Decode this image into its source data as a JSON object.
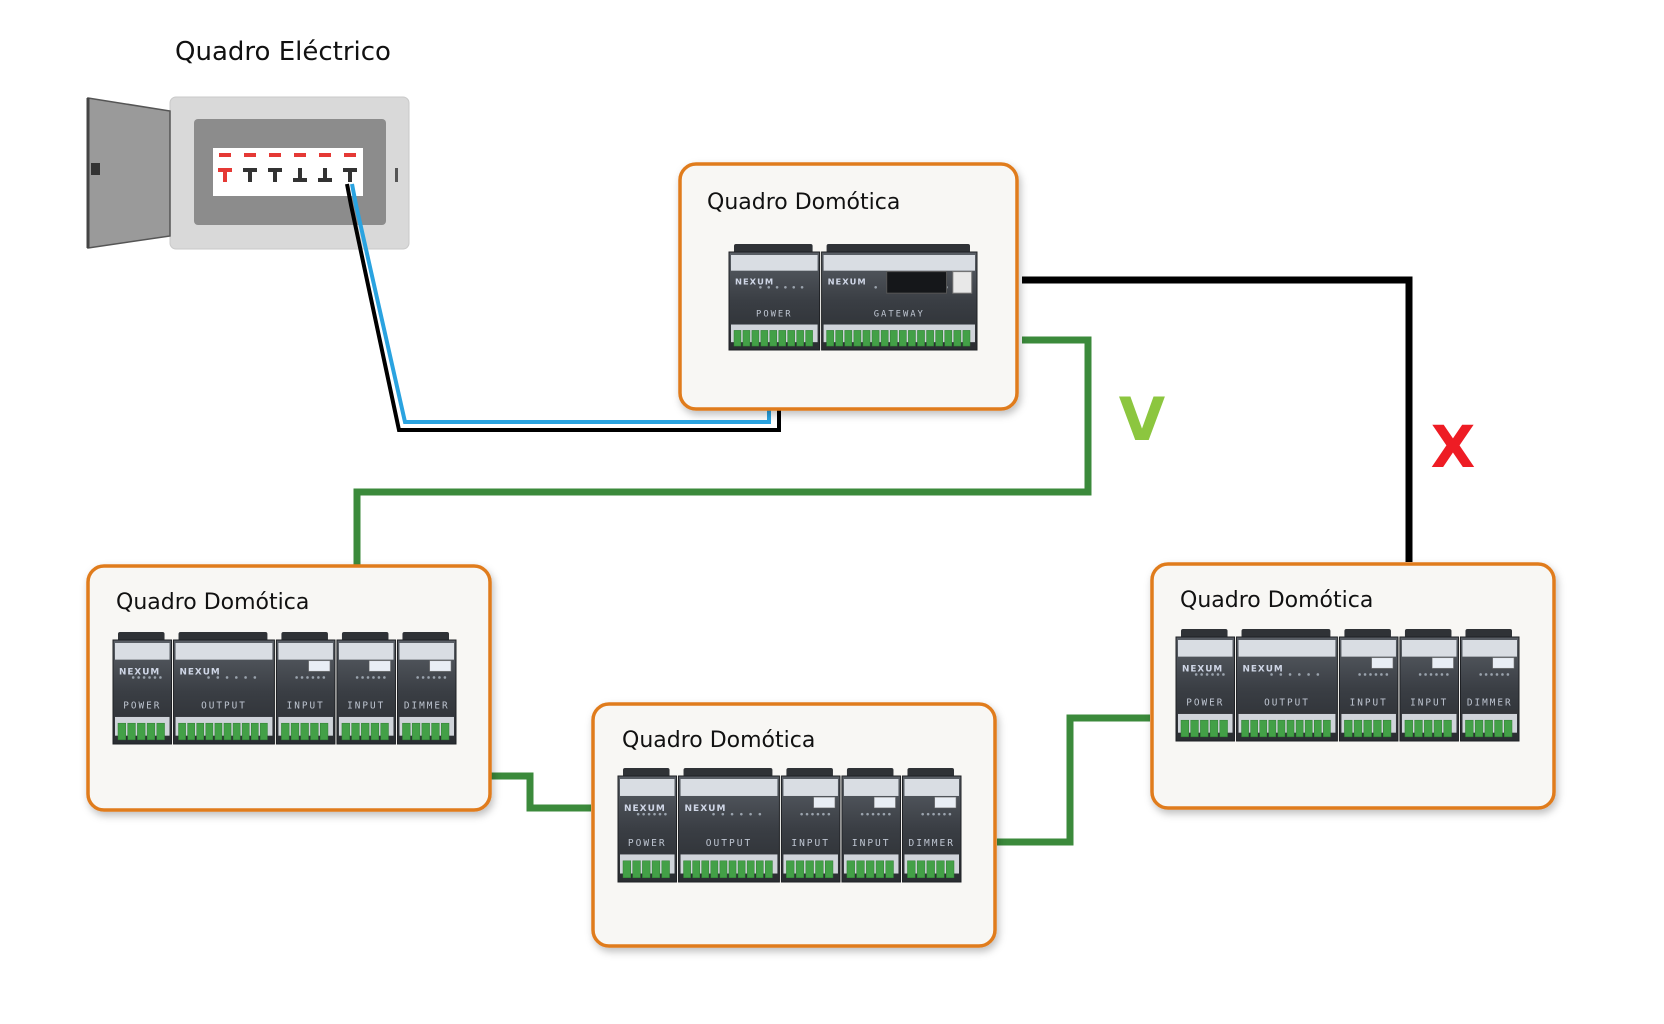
{
  "electrical_panel": {
    "label": "Quadro Eléctrico"
  },
  "panels": [
    {
      "id": "gateway",
      "label": "Quadro Domótica",
      "modules": [
        "POWER",
        "GATEWAY"
      ]
    },
    {
      "id": "left",
      "label": "Quadro Domótica",
      "modules": [
        "POWER",
        "OUTPUT",
        "INPUT",
        "INPUT",
        "DIMMER"
      ]
    },
    {
      "id": "middle",
      "label": "Quadro Domótica",
      "modules": [
        "POWER",
        "OUTPUT",
        "INPUT",
        "INPUT",
        "DIMMER"
      ]
    },
    {
      "id": "right",
      "label": "Quadro Domótica",
      "modules": [
        "POWER",
        "OUTPUT",
        "INPUT",
        "INPUT",
        "DIMMER"
      ]
    }
  ],
  "brand": "NEXUM",
  "marks": {
    "correct": "V",
    "wrong": "X"
  },
  "colors": {
    "panel_border": "#e07b1f",
    "panel_fill": "#f8f7f4",
    "bus_green": "#3b8a3b",
    "bus_black": "#000000",
    "wire_blue": "#2aa3e0",
    "check_green": "#8cc63f",
    "cross_red": "#ee1c24"
  }
}
